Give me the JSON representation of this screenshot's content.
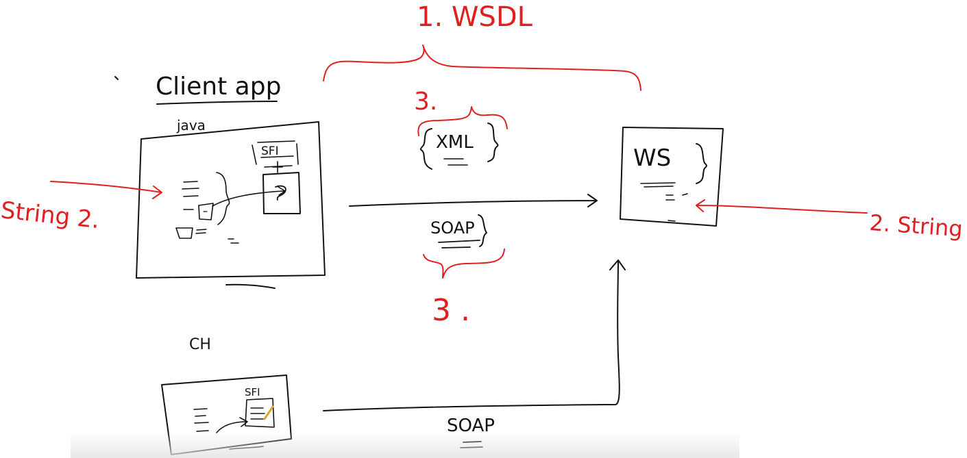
{
  "labels": {
    "wsdl": "1. WSDL",
    "client_app": "Client app",
    "java": "java",
    "sfi_java": "SFI",
    "xml": "XML",
    "step3_top": "3.",
    "soap_middle": "SOAP",
    "step3_bottom": "3 .",
    "ws": "WS",
    "string_right": "2. String",
    "string_left": "String 2.",
    "ch": "CH",
    "sfi_ch": "SFI",
    "soap_bottom": "SOAP"
  },
  "colors": {
    "ink_black": "#111111",
    "ink_red": "#e0201f",
    "background": "#ffffff"
  }
}
